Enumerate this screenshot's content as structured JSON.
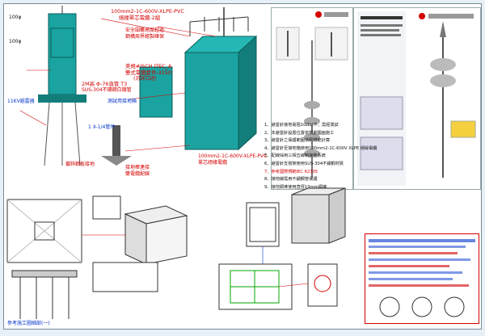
{
  "drawing": {
    "callouts_top": {
      "c1": "100mm2-1C-600V-XLPE-PVC",
      "c2": "絕緣單芯電纜-2組",
      "c3": "安全圍籬高度超過",
      "c4": "鋼構周界繪製確保",
      "c5": "",
      "c6": "美規#ISCH ITEC_A",
      "c7": "雙式電纜套件-3150",
      "c8": "(另詳口述)",
      "c9": "2M高 Φ-76直管 T3",
      "c10": "SUS-304不鏽鋼白鐵管",
      "c11": "100φ",
      "c12": "100φ"
    },
    "callouts_mid": {
      "m1": "11KV避雷器",
      "m2": "1 X-1/4管件",
      "m3": "測試用接地箱",
      "m4": "鍍鋅鋼板接地",
      "m5": "100mm2-1C-600V-XLPE-PVC",
      "m6": "單芯絕緣電纜",
      "m7": "接地棒連接",
      "m8": "雙電纜配線",
      "m9": "",
      "m10": ""
    },
    "notes": {
      "title": "",
      "n1": "1、避雷針接地電阻10Ω以下，需經測試",
      "n2": "2、本避雷針設置位置依規劃圖面施工",
      "n3": "3、避雷針之保護範圍依照規範計算",
      "n4": "4、避雷針至接地箱使用100mm2-1C-600V XLPE 絕緣電纜",
      "n5": "5、配線採用三相五線制接地系統",
      "n6": "6、避雷針支撐架使用SUS-304不鏽鋼材質",
      "n7": "7、參考國際規範IEC 62305",
      "n8": "8、接地線需用不鏽鋼管保護",
      "n9": "9、接地銅棒使用直徑19mm銅棒"
    },
    "bottom_left": {
      "b1": "",
      "b2": "",
      "caption": "參考施工圖細部(一)"
    },
    "bottom_right": {
      "title": "",
      "caption": ""
    }
  },
  "brochure_left": {
    "brand": "",
    "title": "",
    "body": ""
  },
  "brochure_right": {
    "brand": "",
    "title": "",
    "body": ""
  },
  "colors": {
    "teal": "#1aa3a0",
    "teal_dark": "#137d7a",
    "red": "#d40000",
    "blue": "#0033cc",
    "grey": "#cccccc"
  }
}
